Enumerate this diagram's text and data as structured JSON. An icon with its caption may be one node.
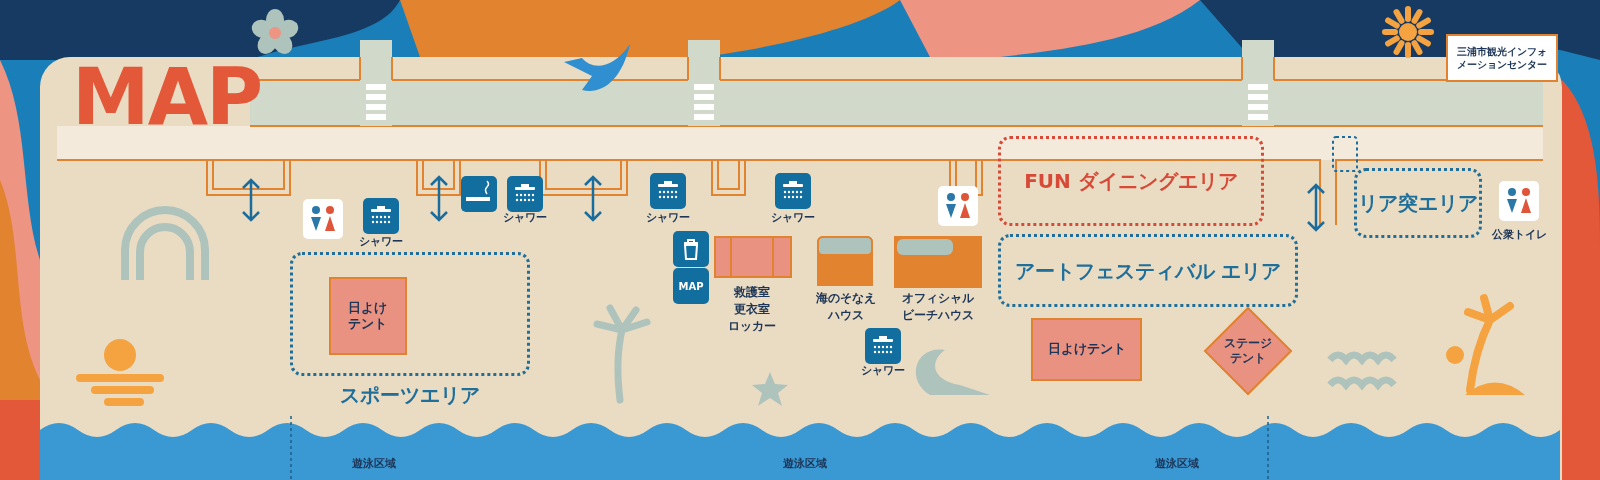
{
  "diagram": {
    "title": "MAP",
    "nodes": [
      {
        "text": [
          "スポーツエリア"
        ]
      },
      {
        "text": [
          "日よけテント"
        ],
        "in": 0
      },
      {
        "text": [
          "救護室",
          "更衣室",
          "ロッカー"
        ]
      },
      {
        "text": [
          "海のそなえハウス"
        ]
      },
      {
        "text": [
          "オフィシャルビーチハウス"
        ]
      },
      {
        "text": [
          "FUN ダイニングエリア"
        ]
      },
      {
        "text": [
          "アートフェスティバル エリア"
        ]
      },
      {
        "text": [
          "日よけテント"
        ]
      },
      {
        "text": [
          "ステージテント"
        ]
      },
      {
        "text": [
          "リア突エリア"
        ]
      },
      {
        "text": [
          "三浦市観光インフォメーションセンター"
        ]
      }
    ],
    "labels": [
      "シャワー",
      "シャワー",
      "シャワー",
      "公衆トイレ",
      "シャワー",
      "MAP",
      "シャワー",
      "遊泳区域",
      "遊泳区域",
      "遊泳区域"
    ]
  }
}
